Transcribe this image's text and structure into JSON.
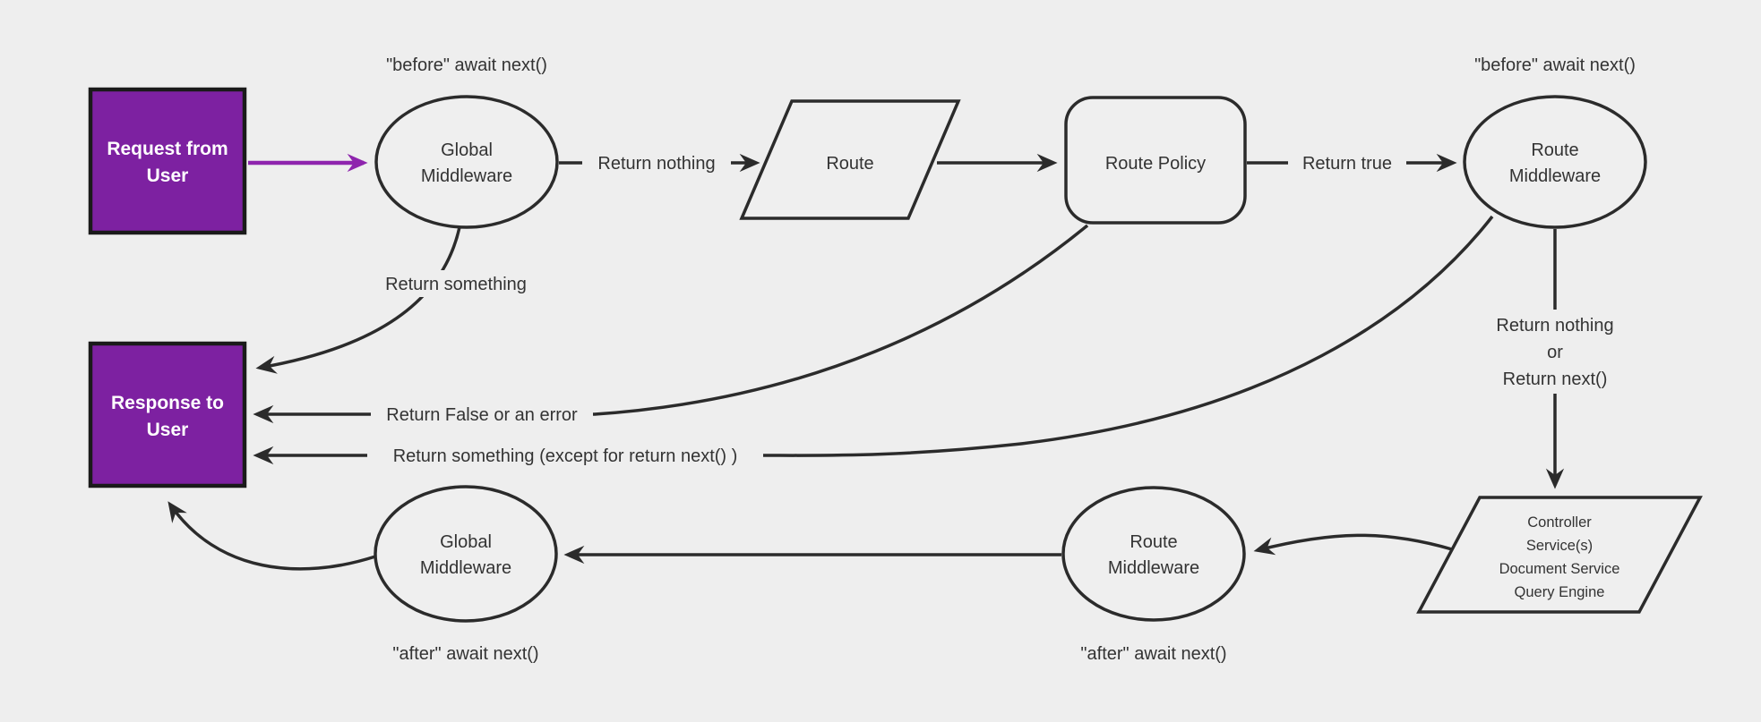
{
  "diagram_title": "Request lifecycle middleware flowchart",
  "colors": {
    "background": "#eeeeee",
    "node_fill": "#efefef",
    "line_stroke": "#2b2b2b",
    "text": "#333333",
    "purple_node_fill": "#7d21a1",
    "purple_arrow": "#8e24ad",
    "purple_node_border": "#1a1a1a",
    "purple_node_text": "#ffffff"
  },
  "nodes": {
    "request_from_user": {
      "shape": "rectangle",
      "lines": [
        "Request from",
        "User"
      ]
    },
    "global_middleware_top": {
      "shape": "ellipse",
      "lines": [
        "Global",
        "Middleware"
      ]
    },
    "route": {
      "shape": "parallelogram",
      "lines": [
        "Route"
      ]
    },
    "route_policy": {
      "shape": "rounded-rectangle",
      "lines": [
        "Route Policy"
      ]
    },
    "route_middleware_top": {
      "shape": "ellipse",
      "lines": [
        "Route",
        "Middleware"
      ]
    },
    "controller_stack": {
      "shape": "parallelogram",
      "lines": [
        "Controller",
        "Service(s)",
        "Document Service",
        "Query Engine"
      ]
    },
    "route_middleware_bottom": {
      "shape": "ellipse",
      "lines": [
        "Route",
        "Middleware"
      ]
    },
    "global_middleware_bottom": {
      "shape": "ellipse",
      "lines": [
        "Global",
        "Middleware"
      ]
    },
    "response_to_user": {
      "shape": "rectangle",
      "lines": [
        "Response to",
        "User"
      ]
    }
  },
  "annotations": {
    "before_global": "\"before\" await next()",
    "before_route": "\"before\" await next()",
    "after_route": "\"after\" await next()",
    "after_global": "\"after\" await next()"
  },
  "edge_labels": {
    "return_nothing": "Return nothing",
    "return_true": "Return true",
    "return_something": "Return something",
    "return_false_or_error": "Return False or an error",
    "return_something_except": "Return something (except for return next() )",
    "return_nothing_or": {
      "lines": [
        "Return nothing",
        "or",
        "Return next()"
      ]
    }
  }
}
